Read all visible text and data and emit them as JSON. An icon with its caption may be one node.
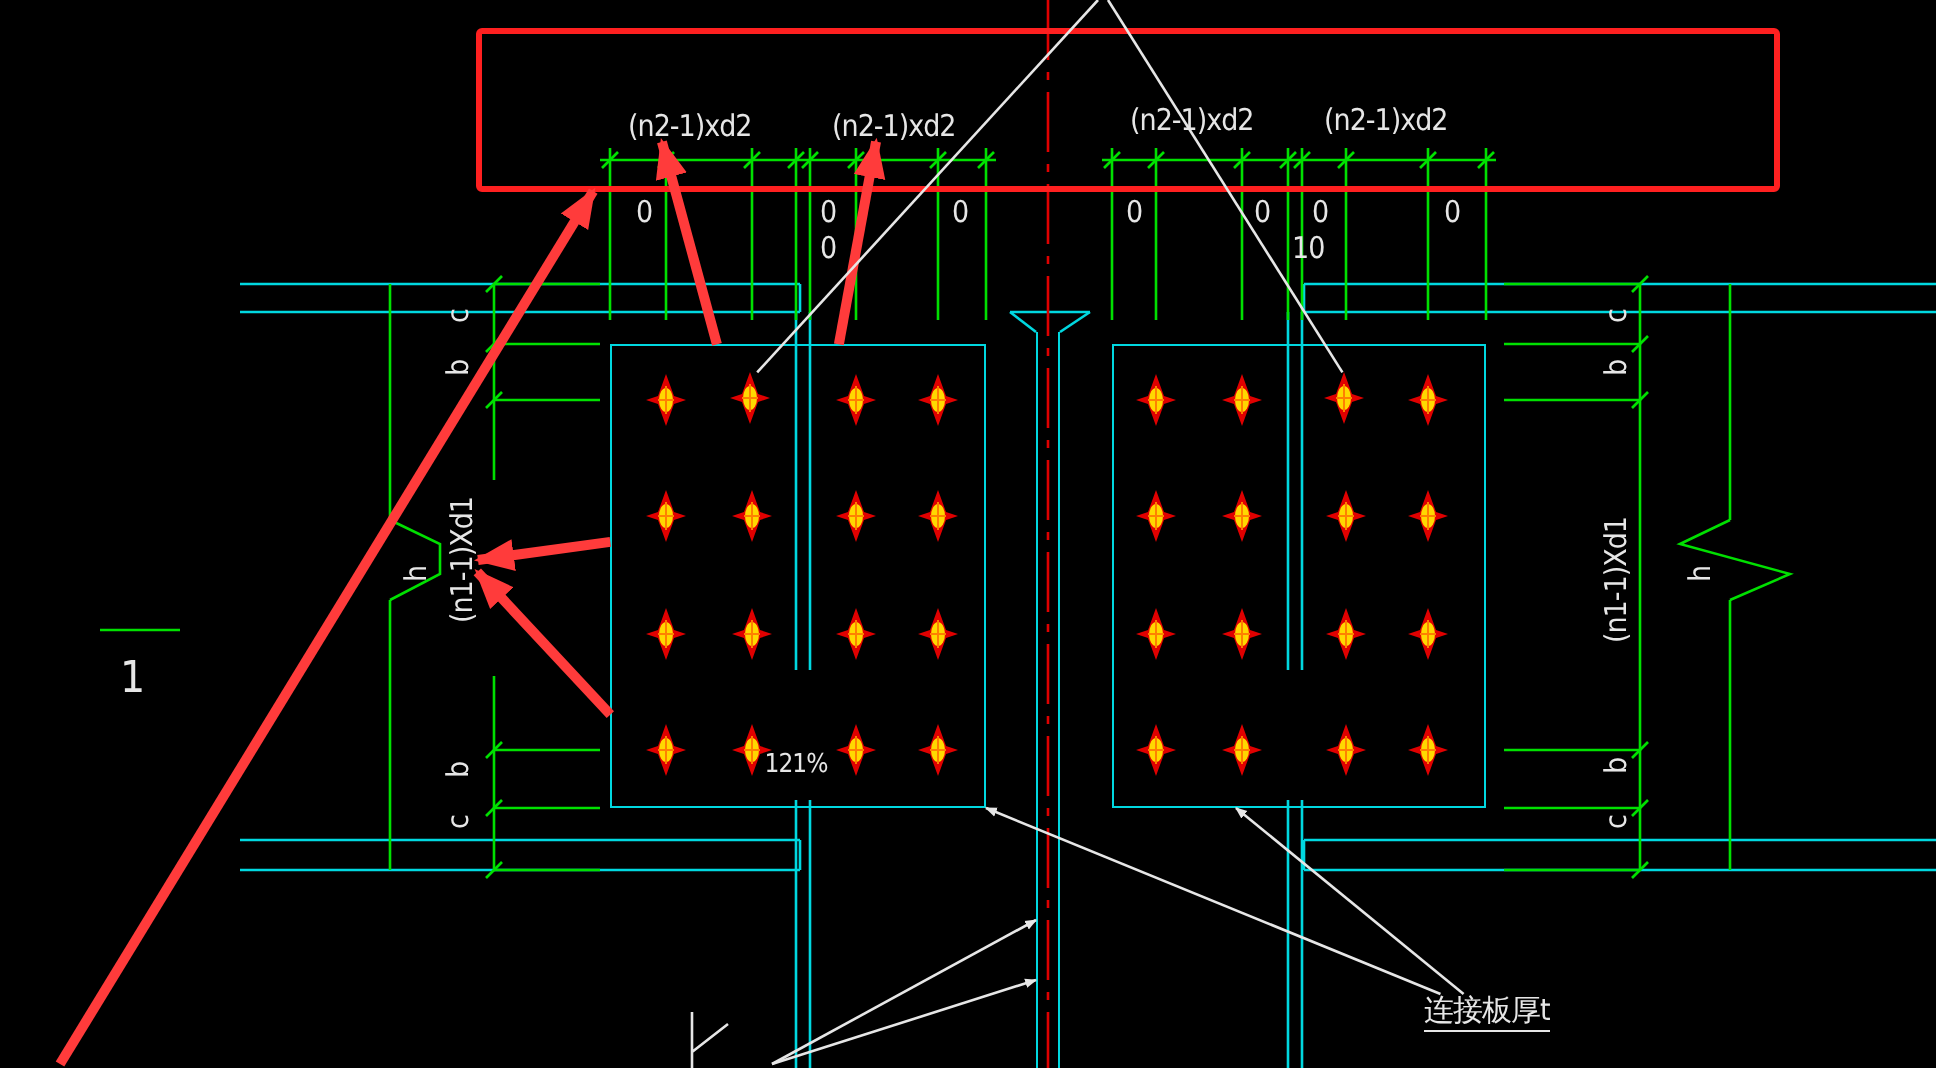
{
  "diagram": {
    "nodes": [
      {
        "text": [],
        "shape": "box"
      },
      {
        "text": [
          "(n2-1)xd2"
        ],
        "in": 0
      },
      {
        "text": [
          "(n2-1)xd2"
        ],
        "in": 0
      },
      {
        "text": [
          "(n1-1)Xd1"
        ]
      },
      {
        "text": [
          "连接板厚t"
        ]
      },
      {
        "text": [],
        "shape": "box"
      },
      {
        "text": [],
        "shape": "box"
      },
      {
        "text": [],
        "shape": "bar"
      },
      {
        "text": [],
        "shape": "picture"
      },
      {
        "text": [],
        "shape": "circle",
        "in": 5
      },
      {
        "text": [],
        "shape": "circle",
        "in": 6
      }
    ],
    "edges": [
      {
        "from": null,
        "to": 0,
        "arrow": "to",
        "style": "thick",
        "color": "#ff3b3b"
      },
      {
        "from": 5,
        "to": 1,
        "arrow": "to",
        "style": "thick",
        "color": "#ff3b3b"
      },
      {
        "from": 5,
        "to": 2,
        "arrow": "to",
        "style": "thick",
        "color": "#ff3b3b"
      },
      {
        "from": 5,
        "to": 3,
        "arrow": "to",
        "style": "thick",
        "color": "#ff3b3b"
      },
      {
        "from": 5,
        "to": 3,
        "arrow": "to",
        "style": "thick",
        "color": "#ff3b3b"
      },
      {
        "from": 4,
        "to": 5,
        "arrow": "to"
      },
      {
        "from": 4,
        "to": 6,
        "arrow": "to"
      },
      {
        "from": 8,
        "to": 7,
        "arrow": "to"
      },
      {
        "from": 8,
        "to": 7,
        "arrow": "to"
      },
      {
        "from": null,
        "to": 9,
        "arrow": "none"
      },
      {
        "from": null,
        "to": 10,
        "arrow": "none"
      }
    ],
    "labels": [
      "(n2-1)xd2",
      "(n2-1)xd2",
      "0",
      "0",
      "0",
      "0",
      "0",
      "0",
      "0",
      "0",
      "10",
      "c",
      "b",
      "c",
      "b",
      "h",
      "(n1-1)Xd1",
      "h",
      "1",
      "121%",
      "b",
      "c",
      "b",
      "c"
    ]
  }
}
